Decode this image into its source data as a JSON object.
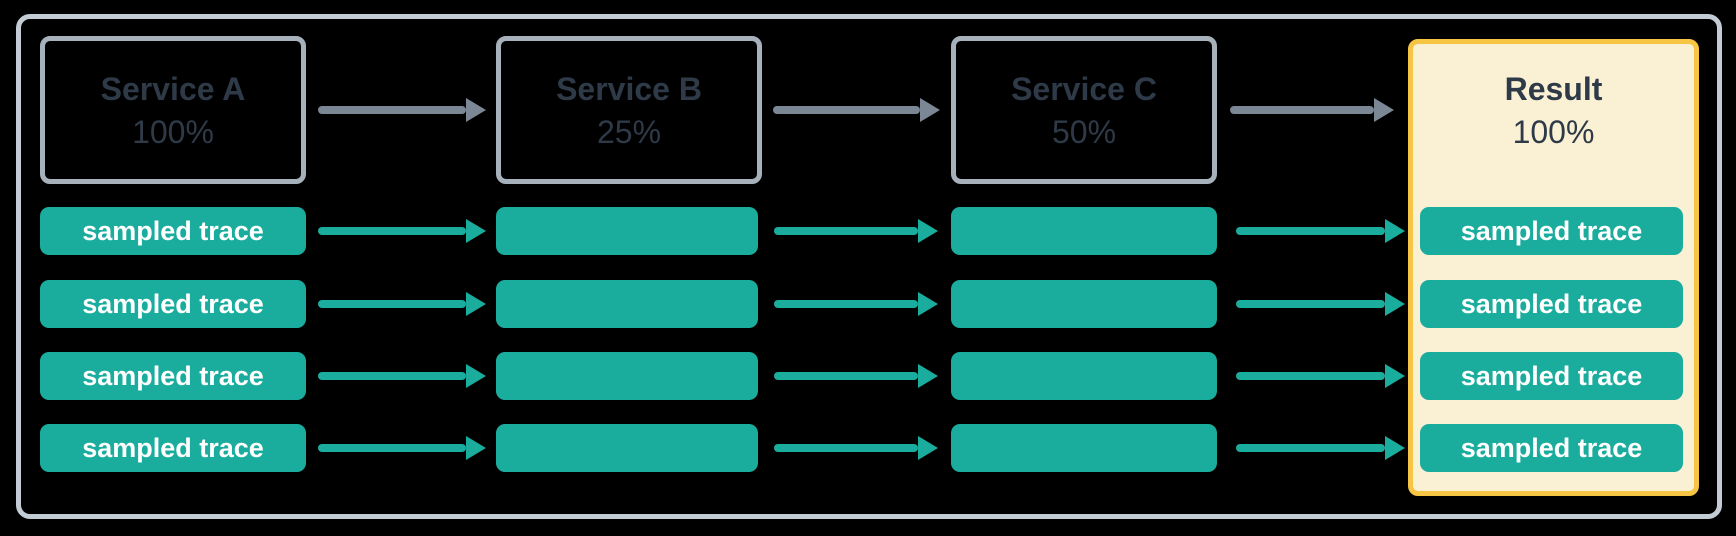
{
  "columns": [
    {
      "title": "Service A",
      "rate": "100%"
    },
    {
      "title": "Service B",
      "rate": "25%"
    },
    {
      "title": "Service C",
      "rate": "50%"
    },
    {
      "title": "Result",
      "rate": "100%"
    }
  ],
  "trace_label": "sampled trace",
  "trace_row_count": 4,
  "colors": {
    "teal": "#1AAD9D",
    "arrow_gray": "#7B8794",
    "service_border": "#A7B1BB",
    "frame_border": "#C3CCD5",
    "heading_text": "#2E3A48",
    "result_bg": "#FAF0D3",
    "result_border": "#F5C543",
    "trace_text": "#FFFFFF",
    "background": "#000000"
  }
}
